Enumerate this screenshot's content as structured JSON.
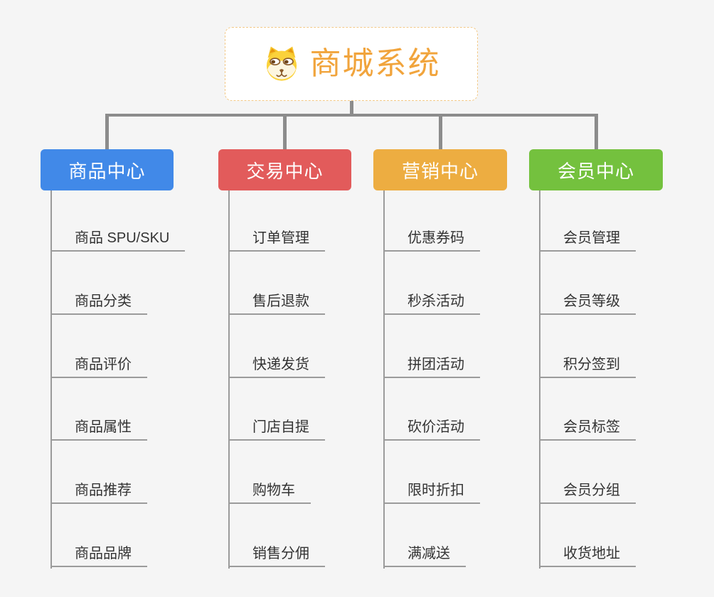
{
  "root": {
    "title": "商城系统",
    "icon": "doge-icon",
    "text_color": "#f1a43c",
    "border_color": "#f3c987"
  },
  "colors": {
    "background": "#f5f5f5",
    "connector": "#8c8c8c",
    "leaf_line": "#9b9b9b",
    "leaf_text": "#333333"
  },
  "branches": [
    {
      "name": "product-center",
      "label": "商品中心",
      "color": "#4189e8",
      "children": [
        "商品 SPU/SKU",
        "商品分类",
        "商品评价",
        "商品属性",
        "商品推荐",
        "商品品牌"
      ]
    },
    {
      "name": "trade-center",
      "label": "交易中心",
      "color": "#e25b5b",
      "children": [
        "订单管理",
        "售后退款",
        "快递发货",
        "门店自提",
        "购物车",
        "销售分佣"
      ]
    },
    {
      "name": "marketing-center",
      "label": "营销中心",
      "color": "#edad41",
      "children": [
        "优惠券码",
        "秒杀活动",
        "拼团活动",
        "砍价活动",
        "限时折扣",
        "满减送"
      ]
    },
    {
      "name": "member-center",
      "label": "会员中心",
      "color": "#74c13e",
      "children": [
        "会员管理",
        "会员等级",
        "积分签到",
        "会员标签",
        "会员分组",
        "收货地址"
      ]
    }
  ]
}
